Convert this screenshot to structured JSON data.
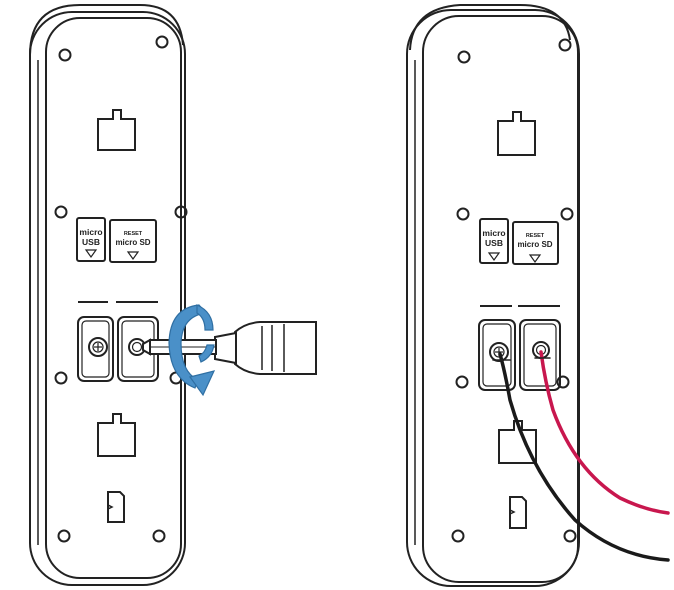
{
  "left_panel": {
    "usb_port_label_line1": "micro",
    "usb_port_label_line2": "USB",
    "sd_port_label_line1": "RESET",
    "sd_port_label_line2": "micro SD"
  },
  "right_panel": {
    "usb_port_label_line1": "micro",
    "usb_port_label_line2": "USB",
    "sd_port_label_line1": "RESET",
    "sd_port_label_line2": "micro SD"
  },
  "colors": {
    "outline": "#222222",
    "rotation_arrow": "#4a90c8",
    "wire_black": "#1a1a1a",
    "wire_red": "#c8174e"
  },
  "icons": [
    "screwdriver-icon",
    "rotation-arrow-icon",
    "sd-card-icon",
    "down-arrow-icon"
  ]
}
